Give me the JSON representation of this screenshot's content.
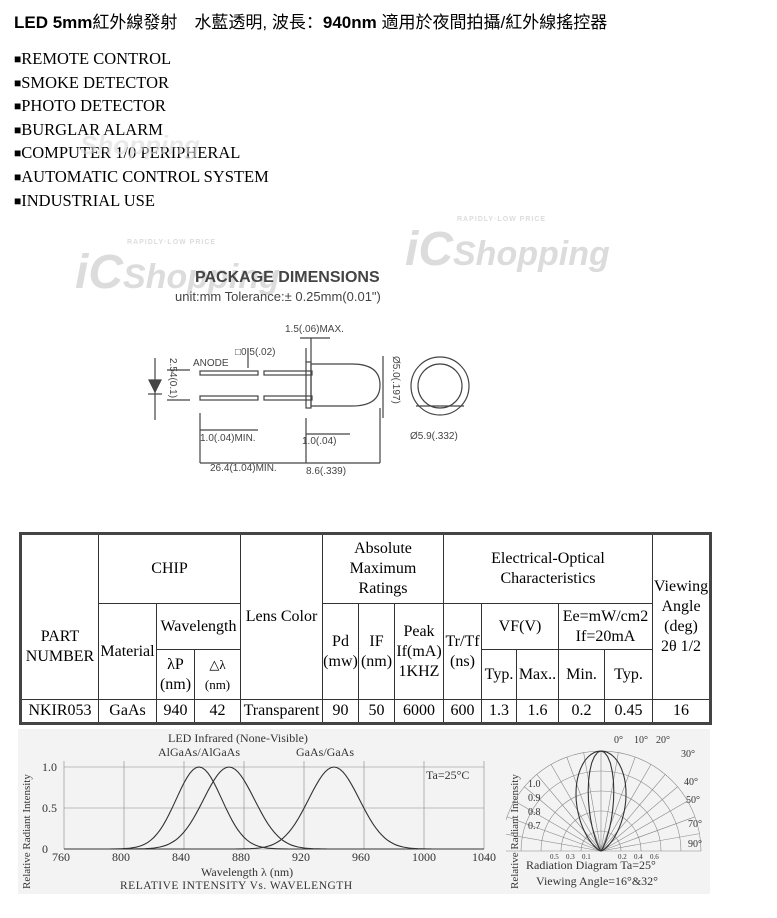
{
  "header": {
    "title_prefix": "LED 5mm",
    "title_middle": "紅外線發射　水藍透明, 波長：",
    "title_wavelength": "940nm",
    "title_suffix": " 適用於夜間拍攝/紅外線搖控器"
  },
  "applications": [
    "REMOTE CONTROL",
    "SMOKE DETECTOR",
    "PHOTO DETECTOR",
    "BURGLAR ALARM",
    "COMPUTER 1/0 PERIPHERAL",
    "AUTOMATIC CONTROL SYSTEM",
    "INDUSTRIAL USE"
  ],
  "watermark": {
    "brand": "Shopping",
    "letter": "iC",
    "tagline": "RAPIDLY·LOW PRICE"
  },
  "package": {
    "title": "PACKAGE DIMENSIONS",
    "subtitle": "unit:mm Tolerance:± 0.25mm(0.01\")",
    "lead_pitch": "2.54(0.1)",
    "anode_label": "ANODE",
    "lead_square": "□0.5(.02)",
    "flange_max": "1.5(.06)MAX.",
    "body_diameter": "Ø5.0(.197)",
    "flange_diameter": "Ø5.9(.332)",
    "lead_min": "1.0(.04)MIN.",
    "flange_thickness": "1.0(.04)",
    "total_length": "26.4(1.04)MIN.",
    "body_length": "8.6(.339)"
  },
  "spec_table": {
    "headers": {
      "part_number": "PART NUMBER",
      "chip": "CHIP",
      "material": "Material",
      "wavelength": "Wavelength",
      "lambda_p": "λP",
      "lambda_p_unit": "(nm)",
      "delta_lambda": "△λ",
      "delta_lambda_unit": "(nm)",
      "lens_color": "Lens Color",
      "abs_max": "Absolute Maximum Ratings",
      "pd": "Pd",
      "pd_unit": "(mw)",
      "if": "IF",
      "if_unit": "(nm)",
      "peak": "Peak",
      "peak_if": "If(mA)",
      "peak_freq": "1KHZ",
      "electro_optical": "Electrical-Optical Characteristics",
      "trtf": "Tr/Tf",
      "trtf_unit": "(ns)",
      "vf": "VF(V)",
      "typ": "Typ.",
      "max": "Max..",
      "ee": "Ee=mW/cm2",
      "ee_cond": "If=20mA",
      "min": "Min.",
      "typ2": "Typ.",
      "viewing": "Viewing",
      "angle": "Angle",
      "deg": "(deg)",
      "two_theta": "2θ 1/2"
    },
    "row": {
      "part": "NKIR053",
      "material": "GaAs",
      "lambda_p": "940",
      "delta_lambda": "42",
      "lens": "Transparent",
      "pd": "90",
      "if": "50",
      "peak_if": "6000",
      "trtf": "600",
      "vf_typ": "1.3",
      "vf_max": "1.6",
      "ee_min": "0.2",
      "ee_typ": "0.45",
      "viewing_angle": "16"
    }
  },
  "chart_data": [
    {
      "type": "line",
      "title": "LED Infrared (None-Visible)",
      "subtitle": "RELATIVE INTENSITY Vs. WAVELENGTH",
      "xlabel": "Wavelength λ (nm)",
      "ylabel": "Relative Radiant Intensity",
      "xlim": [
        760,
        1040
      ],
      "ylim": [
        0,
        1.1
      ],
      "x_ticks": [
        760,
        800,
        840,
        880,
        920,
        960,
        1000,
        1040
      ],
      "y_ticks": [
        "0",
        "0.5",
        "1.0"
      ],
      "annotation": "Ta=25°C",
      "series": [
        {
          "name": "AlGaAs/AlGaAs",
          "peak": 850,
          "width": 18
        },
        {
          "name": "AlGaAs/AlGaAs",
          "peak": 870,
          "width": 20
        },
        {
          "name": "GaAs/GaAs",
          "peak": 940,
          "width": 20
        }
      ],
      "series_labels": [
        "AlGaAs/AlGaAs",
        "GaAs/GaAs"
      ]
    },
    {
      "type": "polar",
      "title": "Radiation Diagram Ta=25°",
      "subtitle": "Viewing Angle=16°&32°",
      "ylabel": "Relative Radiant Intensity",
      "angle_labels": [
        "0°",
        "10°",
        "20°",
        "30°",
        "40°",
        "50°",
        "70°",
        "90°"
      ],
      "radial_labels": [
        "1.0",
        "0.9",
        "0.8",
        "0.7"
      ],
      "bottom_scale": [
        "0.5",
        "0.3",
        "0.1",
        "0.2",
        "0.4",
        "0.6"
      ],
      "viewing_angles": [
        16,
        32
      ]
    }
  ]
}
